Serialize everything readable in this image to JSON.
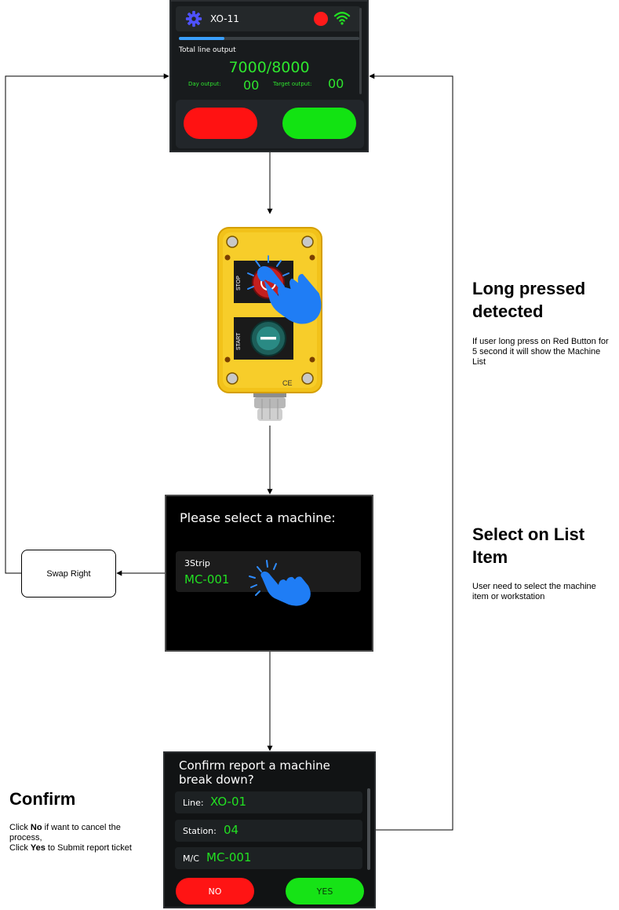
{
  "status_screen": {
    "machine_name": "XO-11",
    "total_label": "Total line output",
    "total_value": "7000/8000",
    "progress": 0.25,
    "day_output_label": "Day output:",
    "day_output_value": "00",
    "target_output_label": "Target output:",
    "target_output_value": "00",
    "status_color": "#ff1a1a",
    "wifi_color": "#22e022",
    "icons": [
      "gear-icon",
      "status-dot",
      "wifi-icon"
    ]
  },
  "control_box": {
    "stop_label": "STOP",
    "start_label": "START",
    "ce_mark": "CE",
    "icons": [
      "tap-hand-icon"
    ]
  },
  "selection_screen": {
    "title": "Please select a machine:",
    "item_sub": "3Strip",
    "item_code": "MC-001",
    "icons": [
      "tap-hand-icon"
    ]
  },
  "swap_box": {
    "label": "Swap Right"
  },
  "confirm_screen": {
    "title": "Confirm report a machine break down?",
    "line_label": "Line:",
    "line_value": "XO-01",
    "station_label": "Station:",
    "station_value": "04",
    "mc_label": "M/C",
    "mc_value": "MC-001",
    "no_label": "NO",
    "yes_label": "YES"
  },
  "notes": {
    "long_press": {
      "title": "Long pressed detected",
      "body": "If user long press on Red Button for 5 second it will show the Machine List"
    },
    "select": {
      "title": "Select on List Item",
      "body": "User need to select the machine item or workstation"
    },
    "confirm": {
      "title": "Confirm",
      "line1_prefix": "Click ",
      "line1_bold": "No",
      "line1_suffix": " if want to cancel the process,",
      "line2_prefix": "Click ",
      "line2_bold": "Yes",
      "line2_suffix": " to Submit report ticket"
    }
  }
}
